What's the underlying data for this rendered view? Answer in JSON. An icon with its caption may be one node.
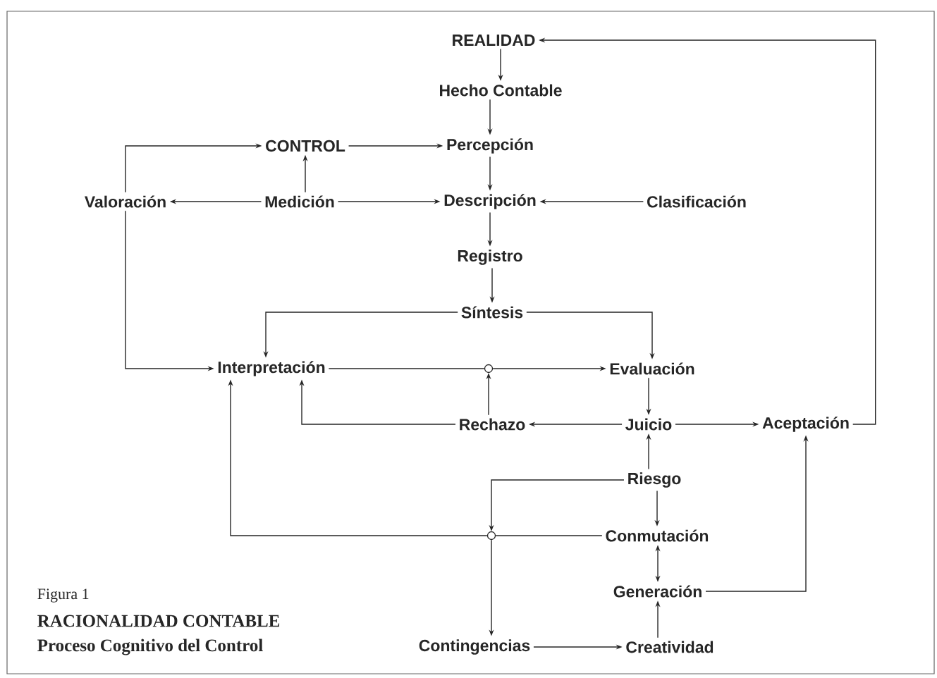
{
  "diagram": {
    "nodes": [
      {
        "text": [
          "REALIDAD"
        ]
      },
      {
        "text": [
          "Hecho Contable"
        ]
      },
      {
        "text": [
          "CONTROL"
        ]
      },
      {
        "text": [
          "Percepción"
        ]
      },
      {
        "text": [
          "Valoración"
        ]
      },
      {
        "text": [
          "Medición"
        ]
      },
      {
        "text": [
          "Descripción"
        ]
      },
      {
        "text": [
          "Clasificación"
        ]
      },
      {
        "text": [
          "Registro"
        ]
      },
      {
        "text": [
          "Síntesis"
        ]
      },
      {
        "text": [
          "Interpretación"
        ]
      },
      {
        "text": [
          "Evaluación"
        ]
      },
      {
        "text": [
          "Rechazo"
        ]
      },
      {
        "text": [
          "Juicio"
        ]
      },
      {
        "text": [
          "Aceptación"
        ]
      },
      {
        "text": [
          "Riesgo"
        ]
      },
      {
        "text": [
          "Conmutación"
        ]
      },
      {
        "text": [
          "Generación"
        ]
      },
      {
        "text": [
          "Contingencias"
        ]
      },
      {
        "text": [
          "Creatividad"
        ]
      },
      {
        "text": [],
        "shape": "circle"
      },
      {
        "text": [],
        "shape": "circle"
      }
    ],
    "edges": [
      {
        "from": 0,
        "to": 1,
        "arrow": "to"
      },
      {
        "from": 1,
        "to": 3,
        "arrow": "to"
      },
      {
        "from": 3,
        "to": 6,
        "arrow": "to"
      },
      {
        "from": 6,
        "to": 8,
        "arrow": "to"
      },
      {
        "from": 8,
        "to": 9,
        "arrow": "to"
      },
      {
        "from": 2,
        "to": 3,
        "arrow": "to"
      },
      {
        "from": 4,
        "to": 2,
        "arrow": "to"
      },
      {
        "from": 5,
        "to": 2,
        "arrow": "to"
      },
      {
        "from": 5,
        "to": 4,
        "arrow": "to"
      },
      {
        "from": 5,
        "to": 6,
        "arrow": "to"
      },
      {
        "from": 7,
        "to": 6,
        "arrow": "to"
      },
      {
        "from": 4,
        "to": 10,
        "arrow": "to"
      },
      {
        "from": 9,
        "to": 10,
        "arrow": "to"
      },
      {
        "from": 9,
        "to": 11,
        "arrow": "to"
      },
      {
        "from": 10,
        "to": 20,
        "arrow": "none"
      },
      {
        "from": 20,
        "to": 11,
        "arrow": "to"
      },
      {
        "from": 12,
        "to": 20,
        "arrow": "to"
      },
      {
        "from": 12,
        "to": 10,
        "arrow": "to"
      },
      {
        "from": 11,
        "to": 13,
        "arrow": "to"
      },
      {
        "from": 13,
        "to": 12,
        "arrow": "to"
      },
      {
        "from": 13,
        "to": 14,
        "arrow": "to"
      },
      {
        "from": 15,
        "to": 13,
        "arrow": "to"
      },
      {
        "from": 15,
        "to": 16,
        "arrow": "to"
      },
      {
        "from": 15,
        "to": 21,
        "arrow": "to"
      },
      {
        "from": 16,
        "to": 21,
        "arrow": "none"
      },
      {
        "from": 21,
        "to": 10,
        "arrow": "to"
      },
      {
        "from": 21,
        "to": 18,
        "arrow": "to"
      },
      {
        "from": 16,
        "to": 17,
        "arrow": "both"
      },
      {
        "from": 19,
        "to": 17,
        "arrow": "to"
      },
      {
        "from": 18,
        "to": 19,
        "arrow": "to"
      },
      {
        "from": 17,
        "to": 14,
        "arrow": "to"
      },
      {
        "from": 14,
        "to": 0,
        "arrow": "to"
      }
    ],
    "labels": [
      "Figura 1",
      "RACIONALIDAD CONTABLE",
      "Proceso Cognitivo del Control"
    ]
  }
}
